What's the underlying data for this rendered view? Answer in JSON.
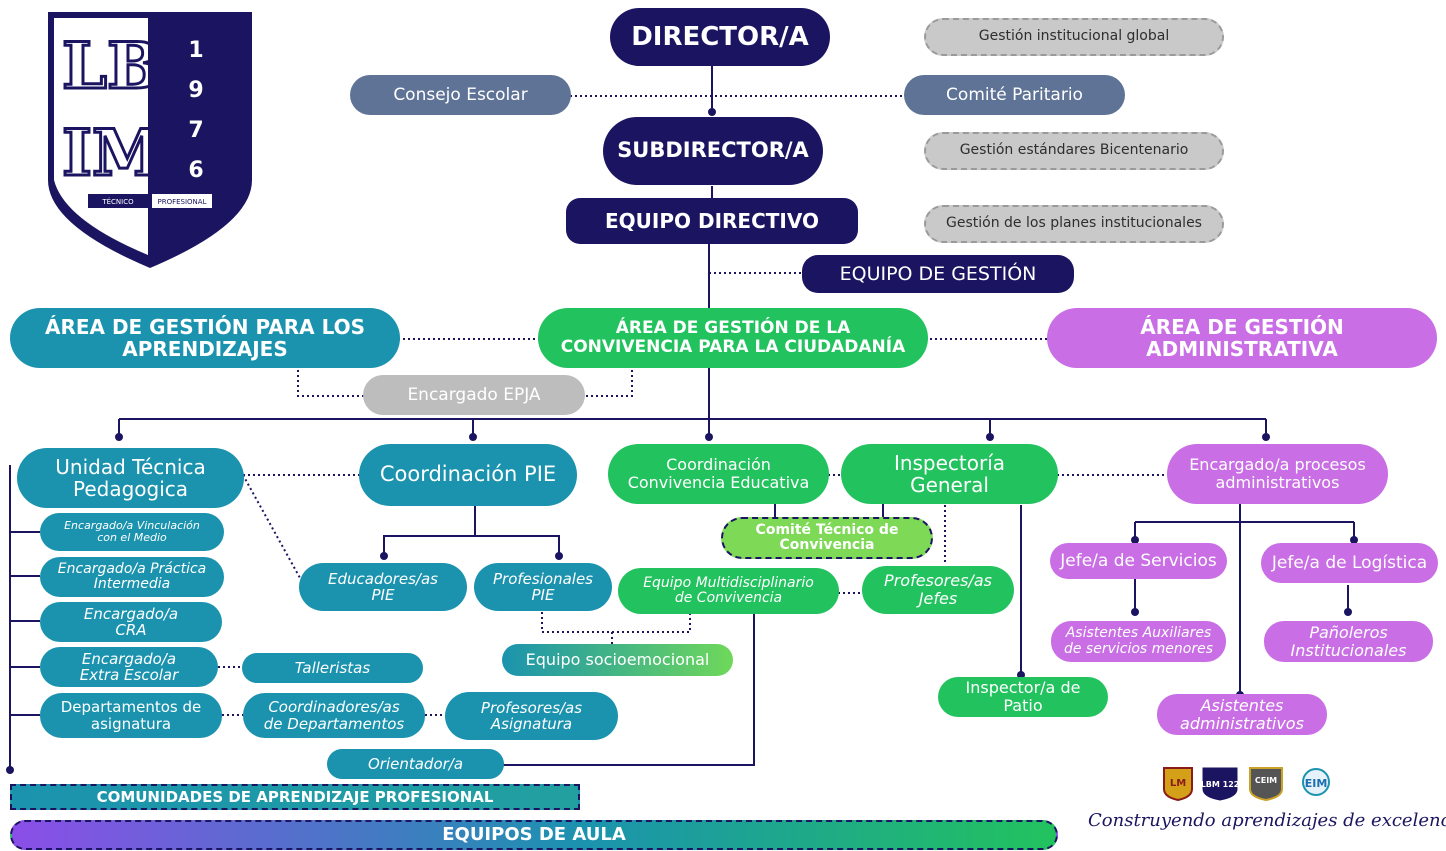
{
  "colors": {
    "navy": "#1b1561",
    "slate": "#5f7396",
    "teal": "#1b93ae",
    "green": "#22c35e",
    "purple": "#c96ee4",
    "gray": "#bdbdbd"
  },
  "logo": {
    "letters": "LB IM",
    "year_digits": [
      "1",
      "9",
      "7",
      "6"
    ],
    "left_tag": "TÉCNICO",
    "right_tag": "PROFESIONAL"
  },
  "nodes": {
    "director": "DIRECTOR/A",
    "subdirector": "SUBDIRECTOR/A",
    "equipo_directivo": "EQUIPO DIRECTIVO",
    "equipo_gestion": "EQUIPO DE GESTIÓN",
    "consejo_escolar": "Consejo Escolar",
    "comite_paritario": "Comité Paritario",
    "gestion_global": "Gestión institucional global",
    "gestion_bicentenario": "Gestión estándares Bicentenario",
    "gestion_planes": "Gestión de los planes institucionales",
    "area_aprendizajes": "ÁREA DE GESTIÓN PARA LOS\nAPRENDIZAJES",
    "area_convivencia": "ÁREA DE GESTIÓN DE LA\nCONVIVENCIA PARA LA CIUDADANÍA",
    "area_administrativa": "ÁREA DE GESTIÓN\nADMINISTRATIVA",
    "encargado_epja": "Encargado EPJA",
    "utp": "Unidad Técnica\nPedagogica",
    "coord_pie": "Coordinación PIE",
    "coord_convivencia": "Coordinación\nConvivencia Educativa",
    "inspectoria": "Inspectoría\nGeneral",
    "encargado_procesos": "Encargado/a procesos\nadministrativos",
    "vinculacion": "Encargado/a Vinculación\ncon el Medio",
    "practica": "Encargado/a Práctica\nIntermedia",
    "cra": "Encargado/a\nCRA",
    "extra_escolar": "Encargado/a\nExtra Escolar",
    "departamentos": "Departamentos de\nasignatura",
    "talleristas": "Talleristas",
    "coordinadores_dep": "Coordinadores/as\nde Departamentos",
    "profesores_asig": "Profesores/as\nAsignatura",
    "orientador": "Orientador/a",
    "educadores_pie": "Educadores/as\nPIE",
    "profesionales_pie": "Profesionales\nPIE",
    "equipo_socioemocional": "Equipo socioemocional",
    "comite_tecnico": "Comité Técnico de\nConvivencia",
    "equipo_multi": "Equipo Multidisciplinario\nde Convivencia",
    "profesores_jefes": "Profesores/as\nJefes",
    "inspector_patio": "Inspector/a de\nPatio",
    "jefe_servicios": "Jefe/a de Servicios",
    "jefe_logistica": "Jefe/a de Logística",
    "asistentes_auxiliares": "Asistentes Auxiliares\nde servicios menores",
    "panoleros": "Pañoleros\nInstitucionales",
    "asistentes_admin": "Asistentes\nadministrativos",
    "comunidades": "COMUNIDADES DE APRENDIZAJE PROFESIONAL",
    "equipos_aula": "EQUIPOS DE AULA"
  },
  "footer": {
    "slogan": "Construyendo aprendizajes de excelencia",
    "logo_lm": "LM",
    "logo_lbm": "LBM 122",
    "logo_ceim": "CEIM",
    "logo_eim": "EIM"
  }
}
